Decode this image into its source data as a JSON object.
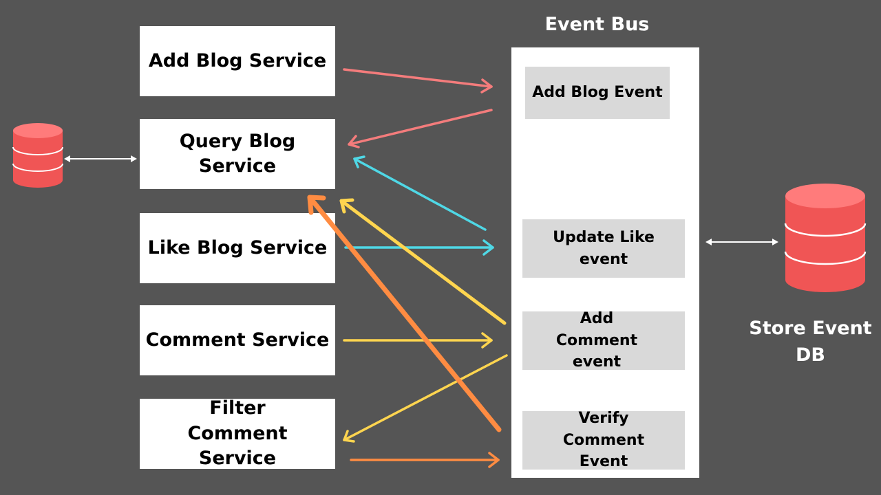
{
  "event_bus": {
    "title": "Event Bus",
    "events": [
      "Add Blog Event",
      "Update Like event",
      "Add Comment event",
      "Verify Comment Event"
    ]
  },
  "services": [
    "Add Blog Service",
    "Query Blog Service",
    "Like Blog Service",
    "Comment Service",
    "Filter Comment Service"
  ],
  "store": {
    "label": "Store Event DB"
  },
  "colors": {
    "background": "#555555",
    "database": "#f05555",
    "arrow_add_blog": "#f47c7c",
    "arrow_like": "#4fd8e6",
    "arrow_comment": "#ffd54f",
    "arrow_verify": "#ff8c42",
    "connector": "#ffffff"
  }
}
